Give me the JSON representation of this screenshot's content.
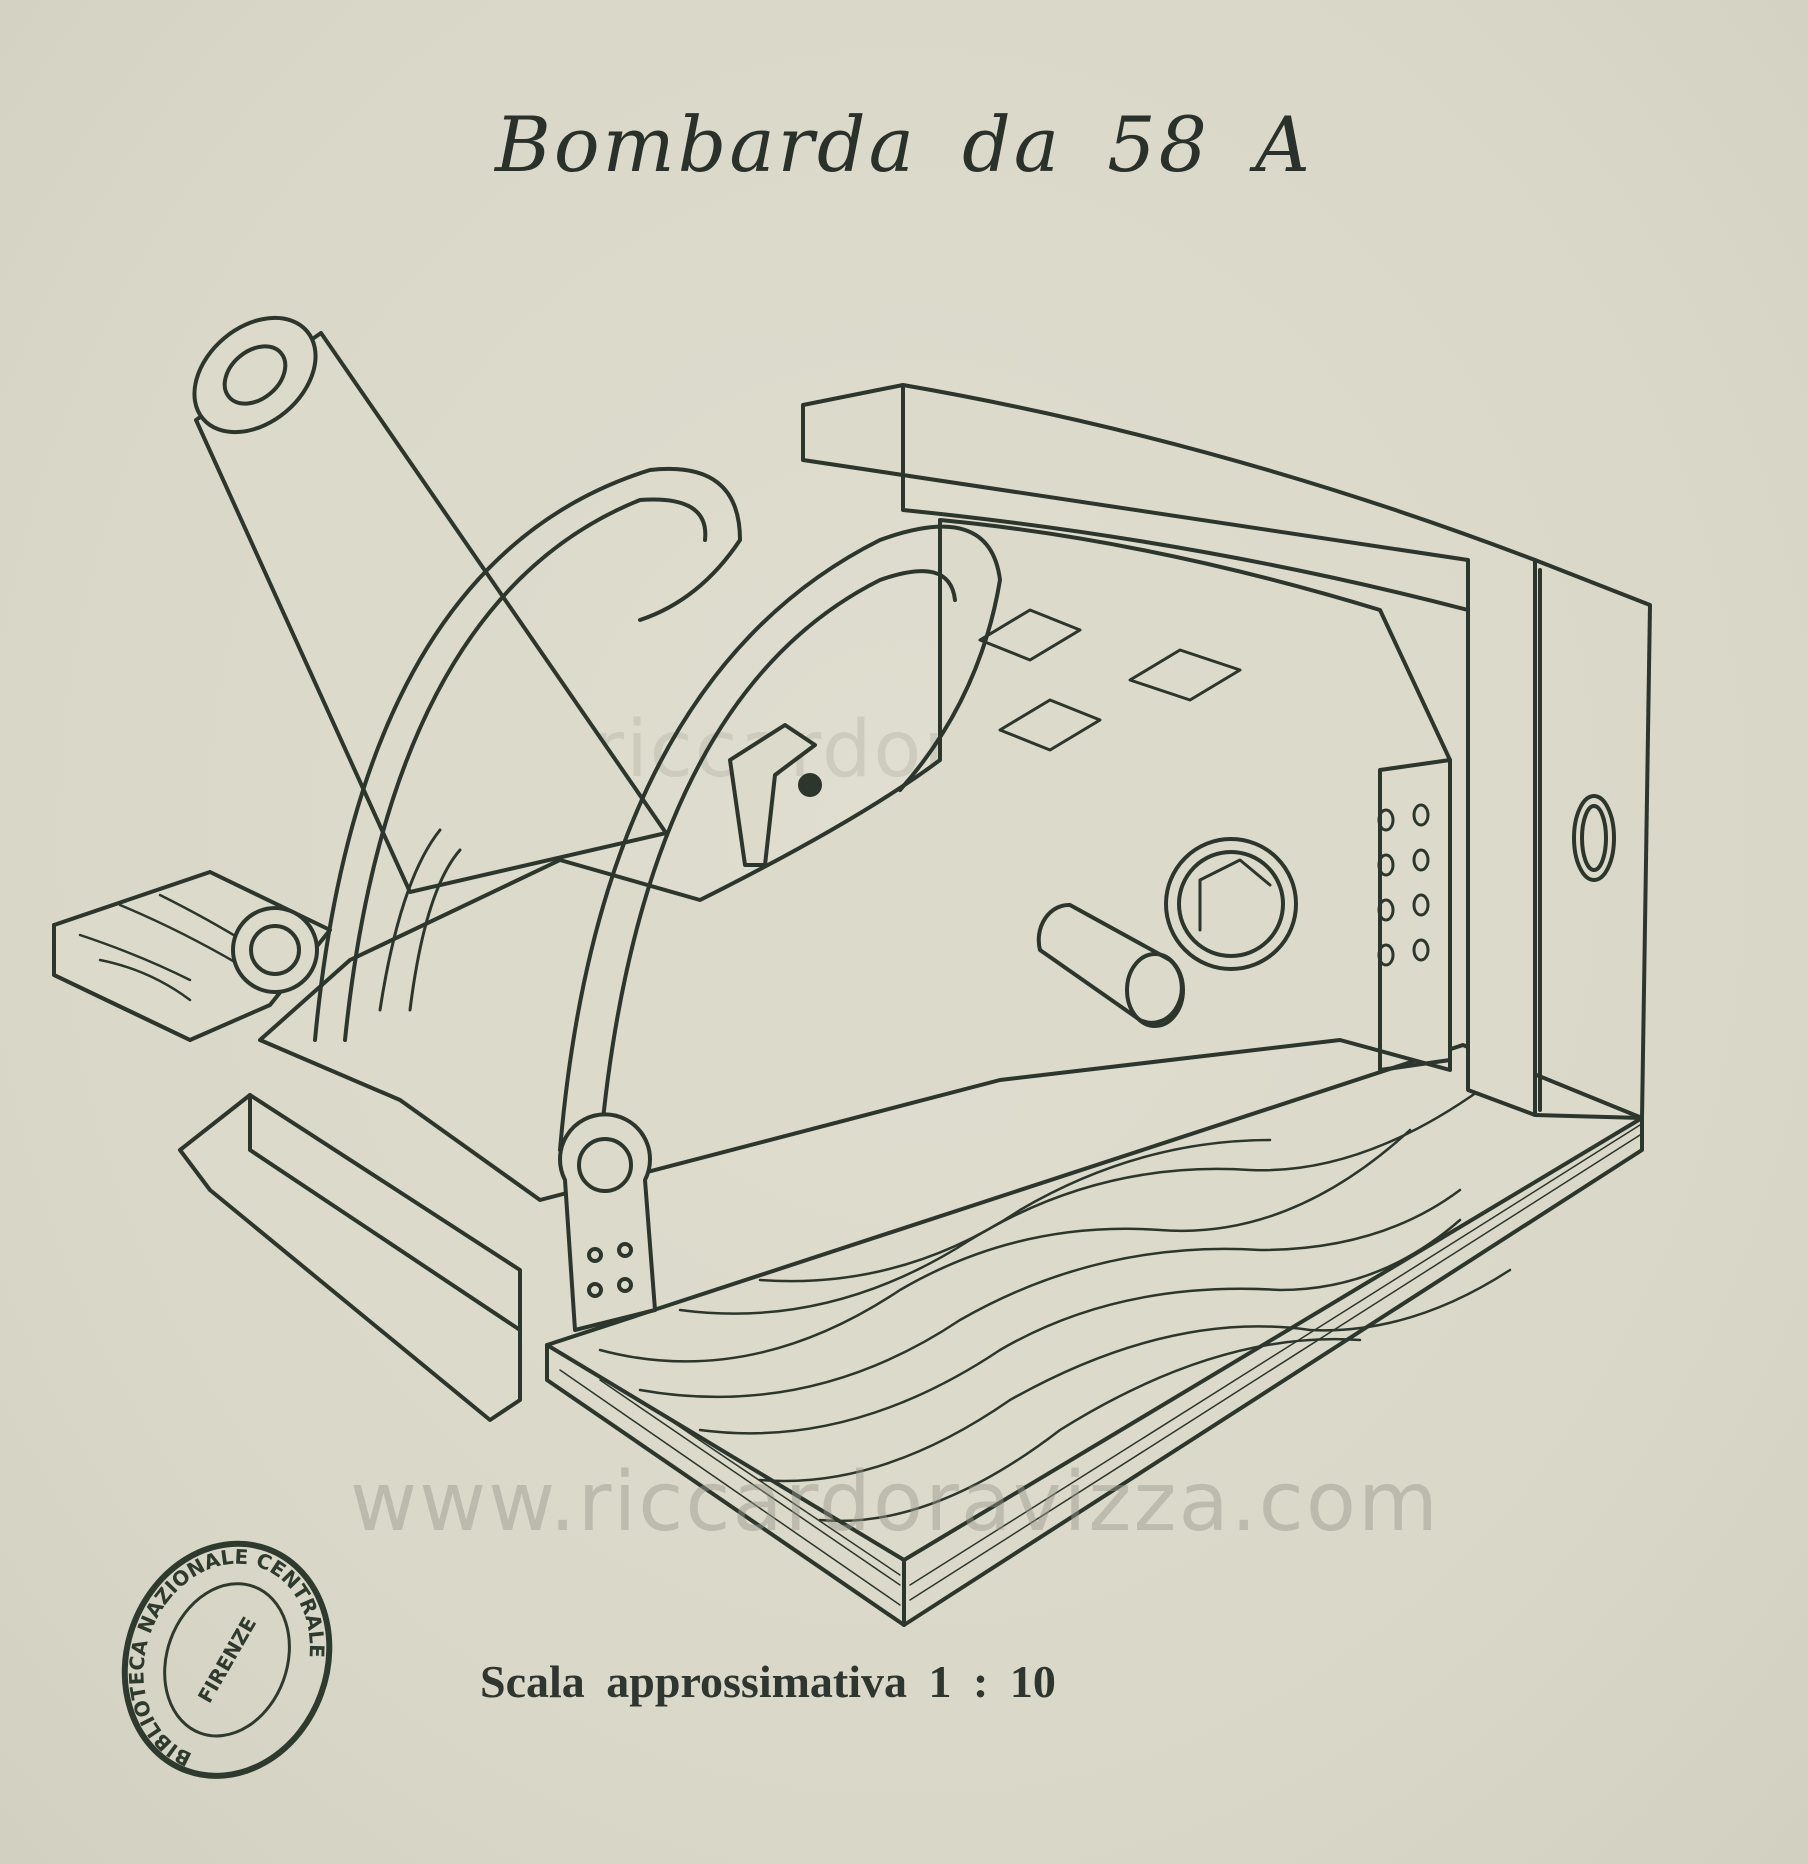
{
  "title": "Bombarda da 58 A",
  "caption": "Scala approssimativa 1 : 10",
  "watermark": "www.riccardoravizza.com",
  "stamp": {
    "outer_text": "BIBLIOTECA NAZIONALE CENTRALE",
    "inner_text": "FIRENZE"
  },
  "colors": {
    "paper": "#dcdaca",
    "ink": "#2c362c"
  }
}
